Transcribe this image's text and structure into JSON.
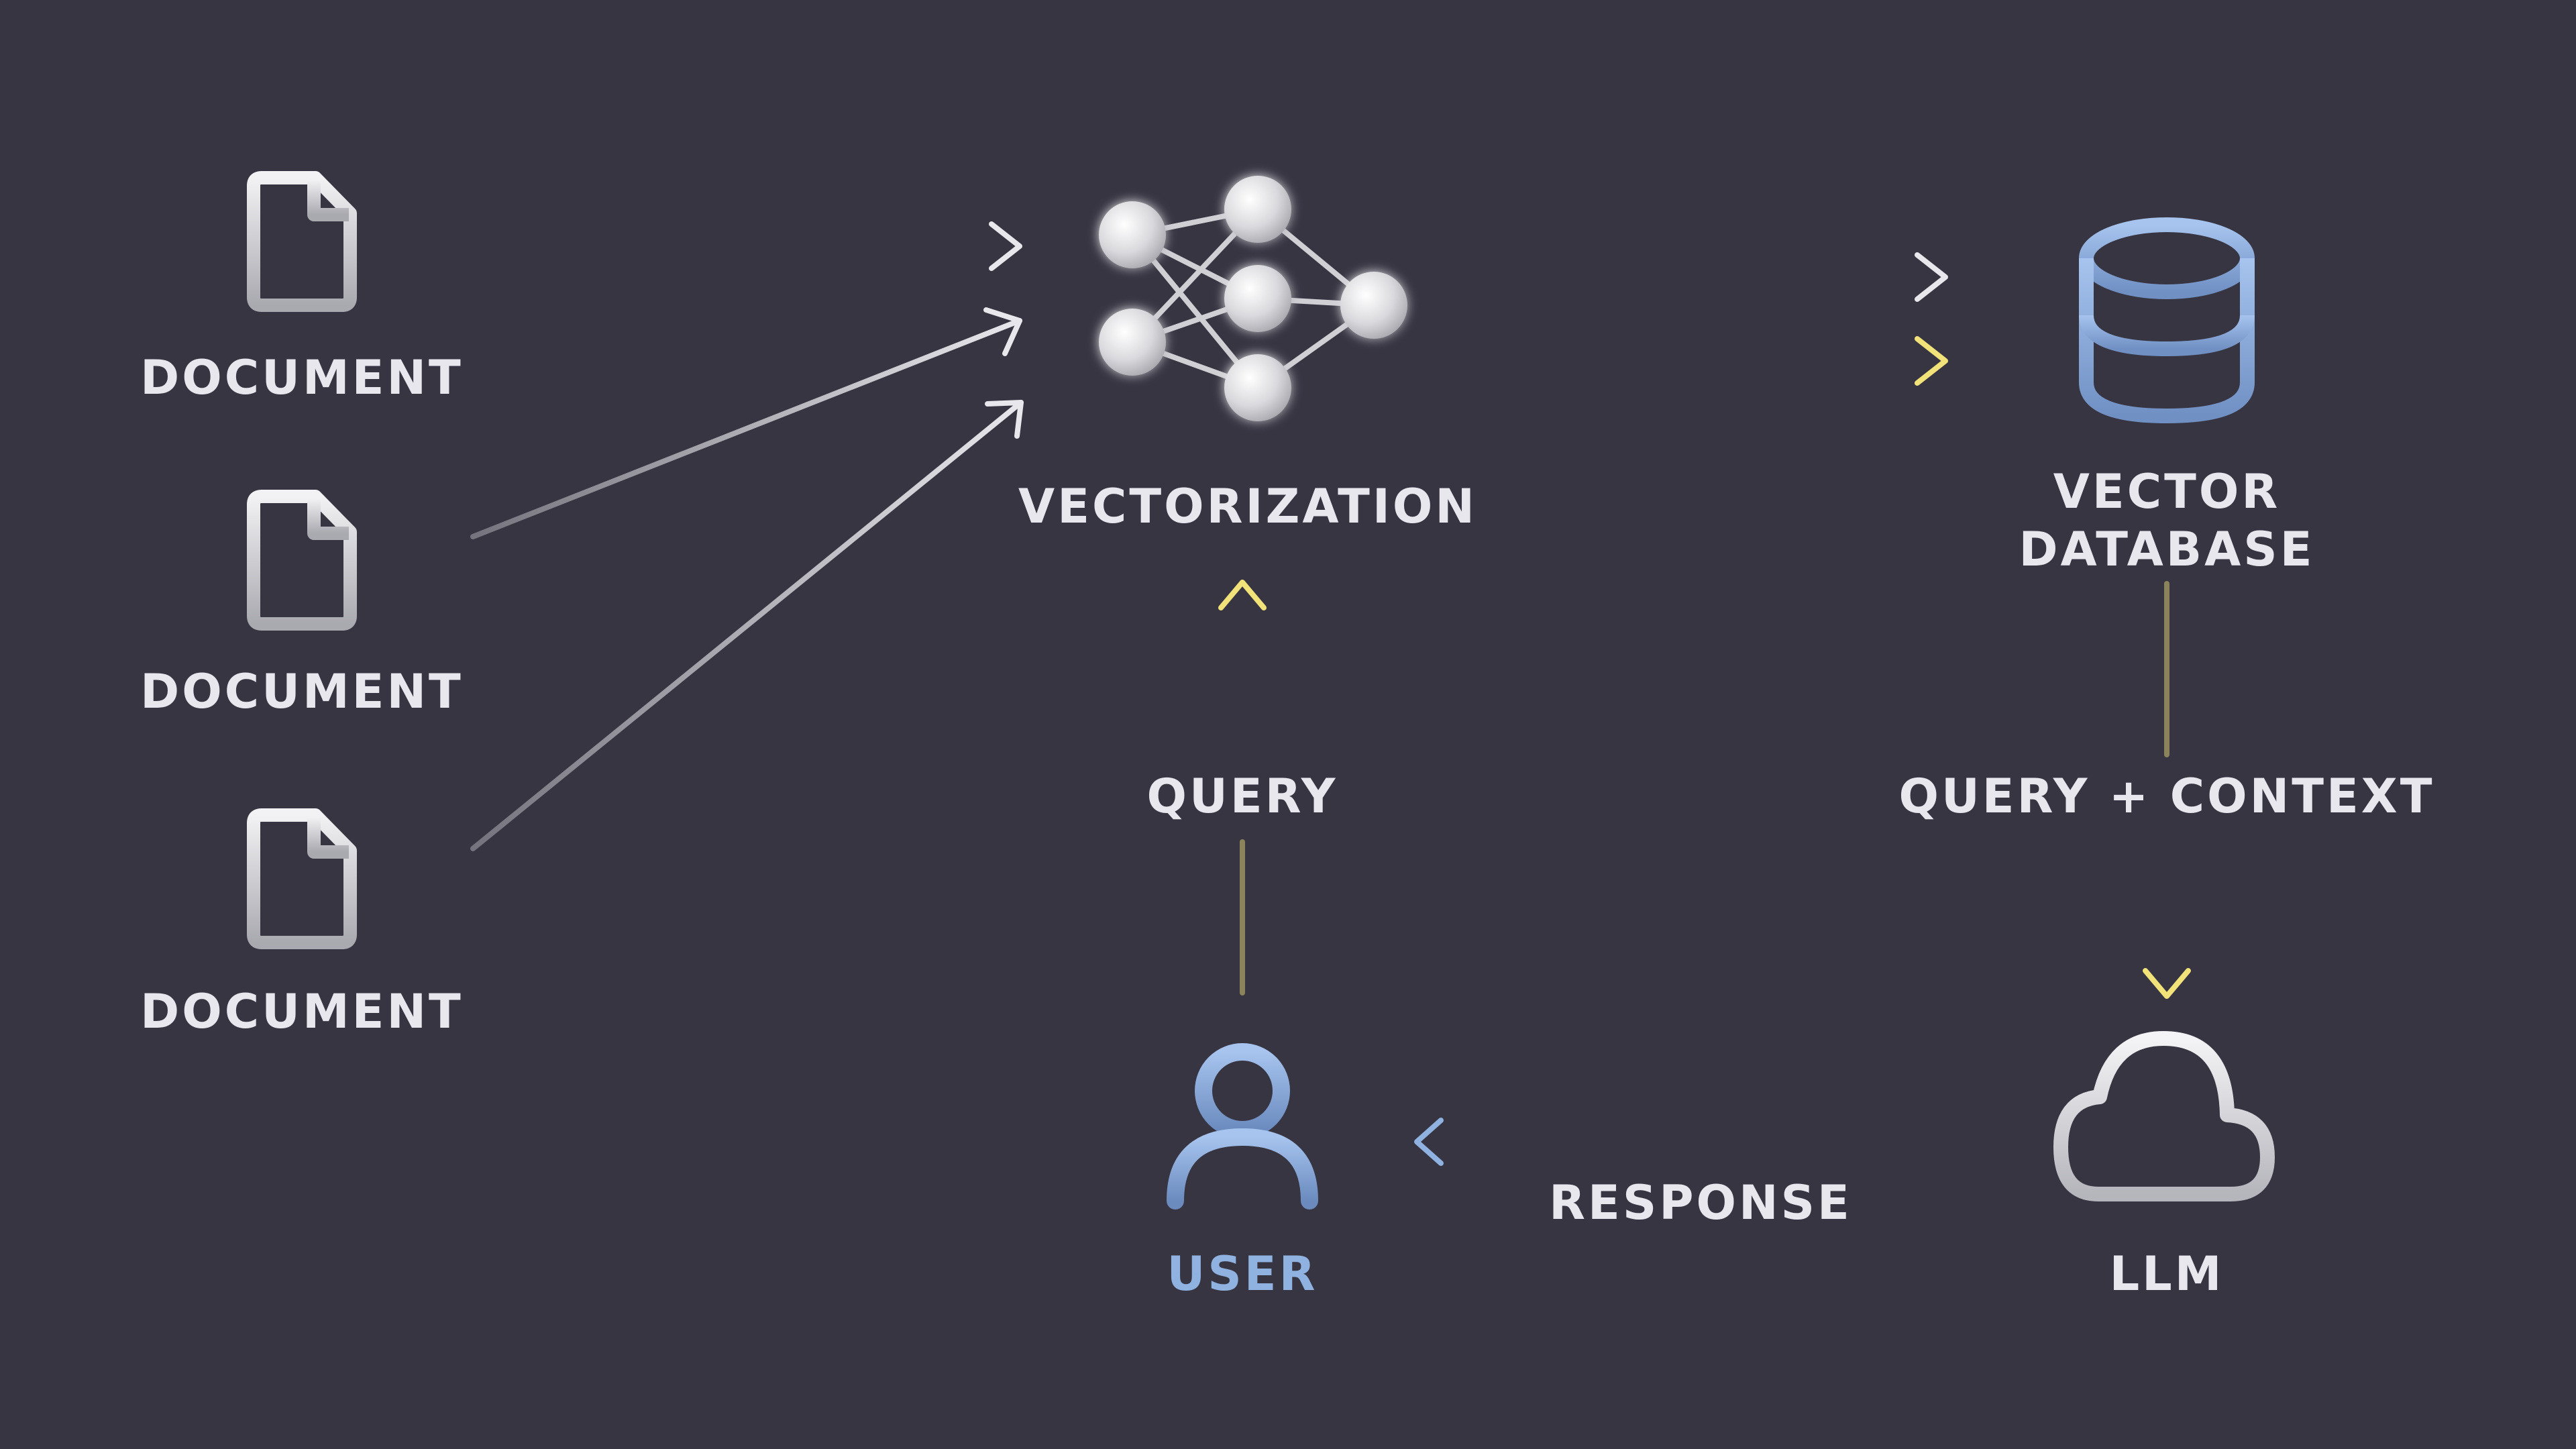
{
  "nodes": {
    "document_1": {
      "label": "DOCUMENT"
    },
    "document_2": {
      "label": "DOCUMENT"
    },
    "document_3": {
      "label": "DOCUMENT"
    },
    "vectorization": {
      "label": "VECTORIZATION"
    },
    "vector_database": {
      "label_line1": "VECTOR",
      "label_line2": "DATABASE"
    },
    "user": {
      "label": "USER"
    },
    "llm": {
      "label": "LLM"
    }
  },
  "edges": {
    "query": "QUERY",
    "query_context": "QUERY + CONTEXT",
    "response": "RESPONSE"
  },
  "colors": {
    "background": "#373542",
    "text": "#e9e7ee",
    "accent_yellow": "#f2e27a",
    "accent_blue": "#8fb2e0",
    "icon_silver": "#d9d9dd"
  }
}
